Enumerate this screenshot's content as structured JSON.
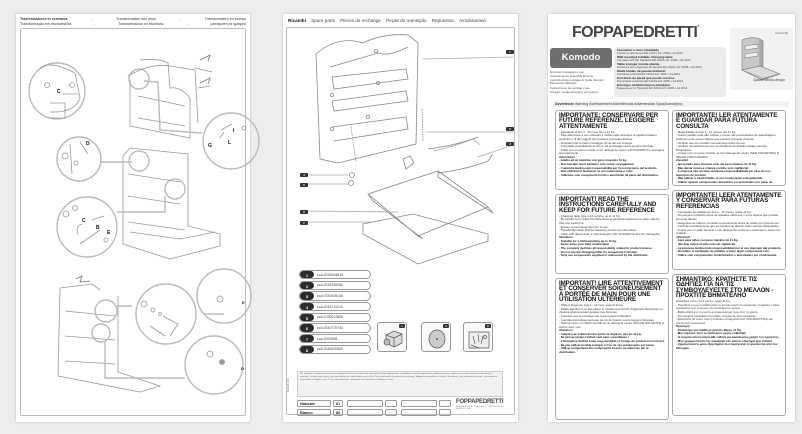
{
  "page1": {
    "header_line1": [
      "Trasformazione in scrivania",
      "Transformation into desk",
      "Transformation en bureau"
    ],
    "header_line2": [
      "Transformação em escrivaninha",
      "Transformación en escritorio",
      "μετατροπή σε γραφείο"
    ],
    "labels": {
      "c1": "C",
      "g1": "G",
      "l1": "L",
      "i1": "I",
      "d1": "D",
      "c2": "C",
      "b2": "B",
      "e2": "E",
      "e3": "E",
      "d3": "D"
    }
  },
  "page2": {
    "tabs": [
      "Ricambi",
      "Spare parts",
      "Pièces de rechange",
      "Peças de reposição",
      "Repuestos",
      "Ανταλλακτικά"
    ],
    "callouts": [
      "1",
      "2",
      "3",
      "4",
      "5",
      "6",
      "7"
    ],
    "parts": [
      {
        "num": "1",
        "code": "cod.2026204819"
      },
      {
        "num": "2",
        "code": "cod.2039136060"
      },
      {
        "num": "3",
        "code": "cod.7030405106"
      },
      {
        "num": "4",
        "code": "cod.2043711103"
      },
      {
        "num": "5",
        "code": "cod.7030012606"
      },
      {
        "num": "6",
        "code": "cod.2040770740"
      },
      {
        "num": "7",
        "code": "cod.2097608..."
      },
      {
        "num": "8",
        "code": "cod.2046200900"
      }
    ],
    "thumbnails": [
      {
        "tag": "1"
      },
      {
        "tag": "4"
      },
      {
        "tag": "8"
      }
    ],
    "fineprint": "Per ordinare i ricambi comunicare al rivenditore il numero di codice del ricambio e il colore. Attenzione: le modifiche tecniche apportate al prodotto possono rendere necessarie variazioni nelle parti di ricambio. To order spare parts, give your dealer the code number and colour. Pour commander les pièces de rechange, indiquer au revendeur le code et la couleur. Para encomendar peças, comunique ao revendedor o código e a cor. Para pedir repuestos, comunique al distribuidor el código y el color.",
    "colors": [
      {
        "name": "Naturale",
        "code": "01"
      },
      {
        "name": "Bianco",
        "code": "80"
      }
    ],
    "brand": "FOPPAPEDRETTI",
    "brand_sub": "Foppapedretti S.p.A. · Via Anghileri, 4 · 24060 Grumello del Monte (BG) · Italia",
    "side_label": "Komodo 6b"
  },
  "page3": {
    "logo": "FOPPAPEDRETTI",
    "product_name": "Komodo",
    "instructions": [
      "Istruzioni montaggio e uso",
      "Instructions for assembly and use",
      "Instructions de montage et mode d'emploi",
      "Manual de utilização",
      "Instrucciones de montaje y uso",
      "Οδηγίες συναρμολόγησης και χρήσης"
    ],
    "certifications": [
      {
        "title": "Fasciatoio a muro ribaltabile",
        "std": "Conforme alla Norma EN 12221-1/2 :2008 + A1:2013"
      },
      {
        "title": "Wall mounted foldable changing table",
        "std": "Complies with the Standard EN 12221-1/2 :2008 + A1:2013"
      },
      {
        "title": "Table à langer murale pliante",
        "std": "Conforme aux exigences de sécurité EN 12221-1/2 :2008 + A1:2013"
      },
      {
        "title": "Muda fraldas de parede dobrável",
        "std": "Conforme a Norma EN 12221-1/2 :2008 + A1:2013"
      },
      {
        "title": "Escritorio de pared que puede cerrarse",
        "std": "Encontrado conforme EN 12221-1/2 :2008 + A1:2013"
      },
      {
        "title": "Επιτοίχιο αναδιπλούμενη αλλαξιέρα",
        "std": "Σύμφωνο με τα Πρότυπα EN 12221-1/2 :2008 + A1:2013"
      }
    ],
    "product_ref": "Komodo 6b",
    "signature": "Spazio Bimbi design",
    "warnings_strip": [
      "Avvertenze",
      "Warning",
      "Avertissement",
      "Advertências",
      "Advertencias",
      "Προειδοποιήσεις"
    ],
    "boxes": [
      {
        "title": "IMPORTANTE: CONSERVARE PER FUTURE REFERENZE. LEGGERE ATTENTAMENTE",
        "lines": [
          "- Fasciatoio di tipo 1 - 12 mesi, fino a 11 Kg.",
          "- Fate attenzione a non collocare il mobile nelle vicinanze di apparecchiature elettriche o di altri oggetti che possano provocare fiamme.",
          "- Accertarsi del corretto montaggio prima del suo impiego.",
          "- Controllate periodicamente che le viti di fissaggio siano sempre bloccate.",
          "- Pulire con un panno umido e con detergente neutro (NO SOLVENTI) e asciugare accuratamente."
        ],
        "attention_label": "Attenzione!",
        "attention": [
          "- Adatto ad un bambino con peso massimo 11 kg.",
          "- Non lasciate mai il bambino solo senza sorveglianza!",
          "- L'azienda declina ogni responsabilità per l'uso improprio del prodotto.",
          "- Non utilizzare il fasciatoio se un componente è rotto.",
          "- Utilizzare solo componenti forniti o autorizzati da parte del distributore."
        ]
      },
      {
        "title": "IMPORTANTE! LER ATENTAMENTE E GUARDAR PARA FUTURA CONSULTA",
        "lines": [
          "- Muda fraldas do tipo 1 - 12 meses, até 11 Kg.",
          "- Tomar cuidado para não colocar o móvel nas proximidades de aparelhagens elétricas ou de outros objetos que possam provocar chamas.",
          "- Verificar que foi montado corretamente antes do uso.",
          "- Verificar periodicamente que os parafusos de fixação estejam sempre bloqueados.",
          "- Limpar com um pano húmido ou com detergente neutro (SEM SOLVENTES) E SECAR COM CUIDADO."
        ],
        "attention_label": "Atenção!",
        "attention": [
          "- apropriado para crianças com um peso máximo de 11 Kg.",
          "- Não deixar nunca a criança sozinha sem vigilância!",
          "- A empresa não assume nenhuma responsabilidade em caso de uso impróprio do produto.",
          "- Não utilizar o muda fraldas se um componente está quebrado.",
          "- Utilizar apenas componentes fornecidos ou autorizados por parte do distribuidor."
        ]
      },
      {
        "title": "IMPORTANT! READ THE INSTRUCTIONS CAREFULLY AND KEEP FOR FUTURE REFERENCE",
        "lines": [
          "- Changing table type 1-12 months, up to 11 Kg.",
          "- Be careful not to place the table close to electrical equipment or other objects that may cause fire.",
          "- Ensure correct assembly prior to use.",
          "- Periodically check that the fastening screws are still locked.",
          "- Clean with damp cloth or mild detergent (NO SOLVENTS) and dry thoroughly."
        ],
        "attention_label": "Attention!",
        "attention": [
          "- Suitable for a child weighing up to 11 kg.",
          "- Never leave your baby unattended!",
          "- The company declines all responsibility related to product misuse.",
          "- Do not use the changing table if a component is broken.",
          "- Only use components supplied or authorised by the distributor."
        ]
      },
      {
        "title": "IMPORTANTE! LEER ATENTAMENTE Y CONSERVAR PARA FUTURAS REFERENCIAS",
        "lines": [
          "- Cambiador de pañales de tipo 1 - 12 meses, hasta 11 Kg.",
          "- No ponga el producto cerca de aparatos eléctricos u otros objetos que puedan provocar llamas.",
          "- Asegúrese de haberlo montado correctamente antes de usarlo por primera vez.",
          "- Controle periódicamente que los tornillos de fijación estén siempre bloqueados.",
          "- Limpie con un paño húmedo o con detergente neutro (no solventes) y secar con cuidado."
        ],
        "attention_label": "¡Atención!",
        "attention": [
          "- Apto para niños con peso máximo de 11 Kg.",
          "- ¡No deje nunca al niño solo sin vigilancia!",
          "- La empresa declina toda responsabilidad por el uso impropio del producto.",
          "- No utilice el cambiador de pañales si tiene algún componente roto.",
          "- Utilice sólo componentes suministrados o autorizados por el fabricante."
        ]
      },
      {
        "title": "IMPORTANT! LIRE ATTENTIVEMENT ET CONSERVER SOIGNEUSEMENT À PORTÉE DE MAIN POUR UNE UTILISATION ULTÉRIEURE",
        "lines": [
          "- Table à langer de type 1 - 12 mois, jusqu'à 11 Kg.",
          "- Faites attention à ne pas placer le meuble à proximité d'appareils électriques ou d'autres objets pouvant générer des flammes.",
          "- S'assurer que le montage soit correct avant l'utilisation.",
          "- Contrôler périodiquement que les vis de fixation soient toujours bloquées.",
          "- Nettoyer avec un chiffon humide ou du détergent neutre (PAS DE SOLVANTS) et sécher avec soin."
        ],
        "attention_label": "Attention !",
        "attention": [
          "- Adapté à un enfant dont le poids ne dépasse pas les 11 kg.",
          "- Ne laissez jamais l'enfant seul sans surveillance !",
          "- L'Entreprise décline toute responsabilité et l'usage du produit est incorrect.",
          "- Ne pas utiliser la table à langer si l'un de ses composants est cassé.",
          "- Utiliser uniquement des composants fournis ou autorisés par le distributeur."
        ]
      },
      {
        "title": "ΣΗΜΑΝΤΙΚΟ: ΚΡΑΤΗΣΤΕ ΤΙΣ ΟΔΗΓΙΕΣ ΓΙΑ ΝΑ ΤΙΣ ΣΥΜΒΟΥΛΕΥΕΣΤΕ ΣΤΟ ΜΕΛΛΟΝ - ΠΡΟΧΤΙΤΕ ΒΗΜΑΤΕΛΗΟ",
        "lines": [
          "Αλλαξιέρα τύπου 1-12 μηνών, μέχρι 11 Kg.",
          "- Προσέξτε να μην τοποθετήσετε το έπιπλο κοντά σε ηλεκτρικές συσκευές ή άλλα αντικείμενα που μπορούν να προκαλέσουν φλόγα.",
          "- Βεβαιωθείτε για τη σωστή συναρμολόγηση πριν από τη χρήση.",
          "- Να ελέγχετε περιοδικά ότι οι βίδες στερέωσης είναι σφιγμένες.",
          "- Καθαρίστε με νωπό πανί ή ουδέτερο απορρυπαντικό (ΟΧΙ ΔΙΑΛΥΤΙΚΑ) και στεγνώστε προσεκτικά."
        ],
        "attention_label": "Προσοχή!",
        "attention": [
          "- Κατάλληλο για παιδιά με μέγιστο βάρος 11 Kg.",
          "- Μην αφήνετε ποτέ το παιδί μόνο χωρίς επίβλεψη!",
          "- Η εταιρεία αποποιείται κάθε ευθύνη για ακατάλληλη χρήση του προϊόντος.",
          "- Μην χρησιμοποιείτε την αλλαξιέρα εάν κάποιο εξάρτημα έχει σπάσει.",
          "- Χρησιμοποιείτε μόνο εξαρτήματα που παρέχονται ή εγκρίνονται από τον διανομέα."
        ]
      }
    ]
  }
}
